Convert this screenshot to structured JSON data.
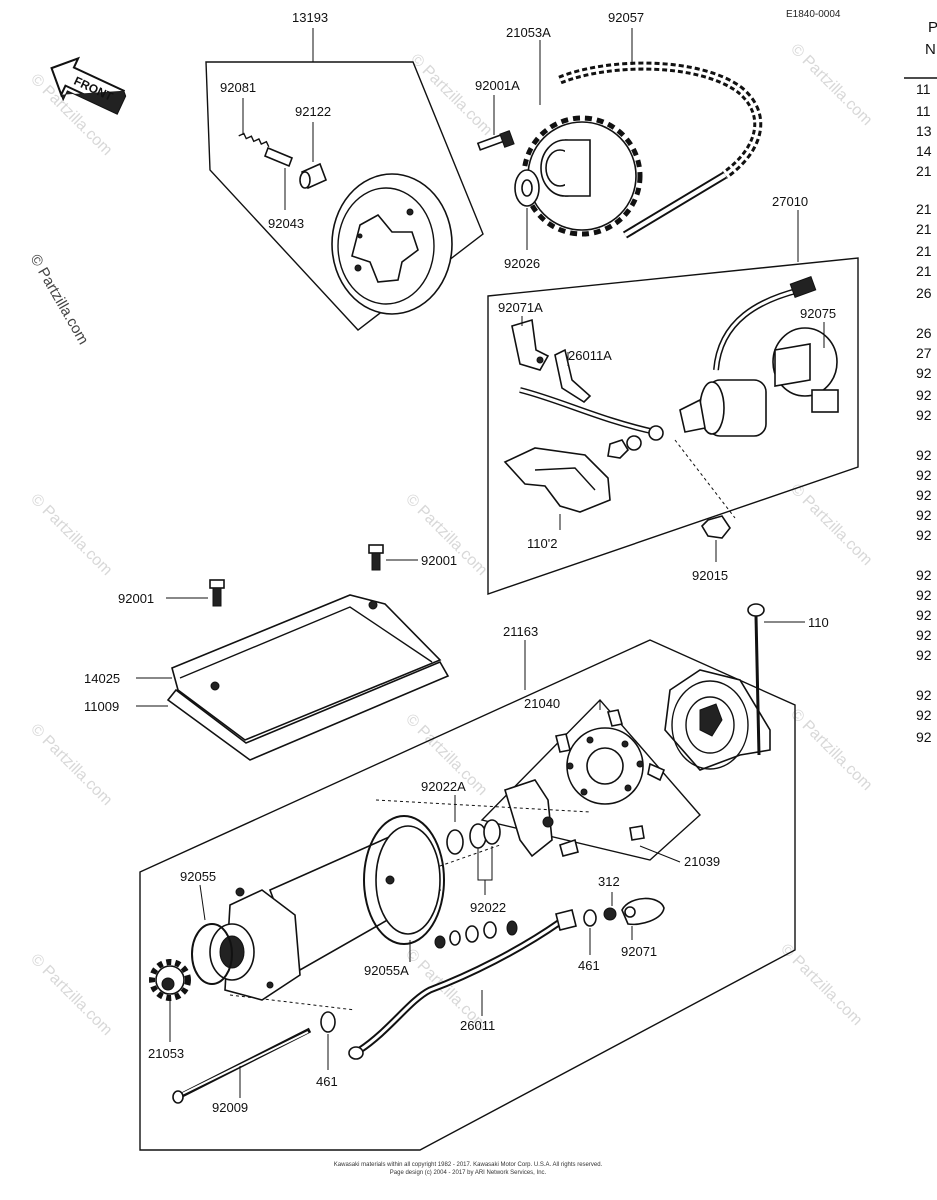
{
  "diagram": {
    "ref_code": "E1840-0004",
    "front_label": "FRONT",
    "footer_line1": "Kawasaki materials within all copyright 1982 - 2017. Kawasaki Motor Corp. U.S.A. All rights reserved.",
    "footer_line2": "Page design (c) 2004 - 2017 by ARI Network Services, Inc.",
    "watermark": "© Partzilla.com",
    "parts": {
      "p13193": "13193",
      "p92057": "92057",
      "p21053A": "21053A",
      "p92001A": "92001A",
      "p92081": "92081",
      "p92122": "92122",
      "p92043": "92043",
      "p92026": "92026",
      "p27010": "27010",
      "p92071A": "92071A",
      "p92075": "92075",
      "p26011A": "26011A",
      "p11012": "110'2",
      "p92015": "92015",
      "p92001_a": "92001",
      "p92001_b": "92001",
      "p21163": "21163",
      "p110": "110",
      "p14025": "14025",
      "p11009": "11009",
      "p21040": "21040",
      "p92022A": "92022A",
      "p21039": "21039",
      "p92055": "92055",
      "p312": "312",
      "p92022": "92022",
      "p92055A": "92055A",
      "p461_a": "461",
      "p92071": "92071",
      "p26011": "26011",
      "p21053": "21053",
      "p461_b": "461",
      "p92009": "92009"
    },
    "table_header": [
      "P",
      "N"
    ],
    "table_rows": [
      "11",
      "11",
      "13",
      "14",
      "21",
      "21",
      "21",
      "21",
      "21",
      "26",
      "26",
      "27",
      "92",
      "92",
      "92",
      "92",
      "92",
      "92",
      "92",
      "92",
      "92",
      "92",
      "92",
      "92",
      "92",
      "92",
      "92",
      "92"
    ]
  }
}
